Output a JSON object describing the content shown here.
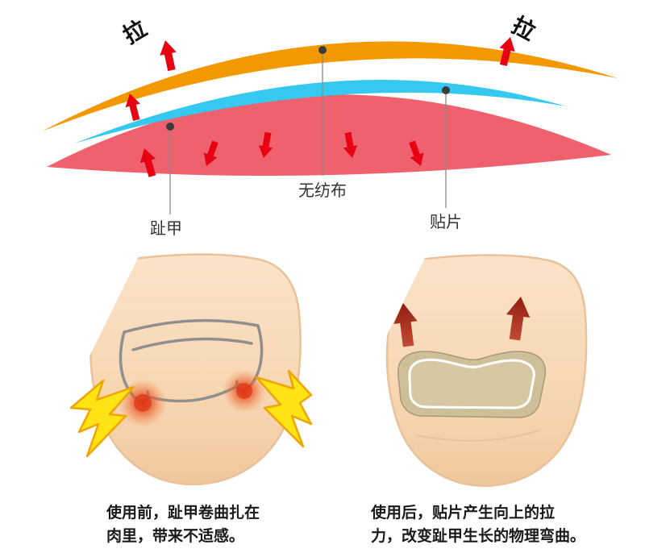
{
  "diagram": {
    "pull_left": "拉",
    "pull_right": "拉",
    "label_nonwoven": "无纺布",
    "label_toenail": "趾甲",
    "label_patch": "贴片",
    "colors": {
      "nonwoven_orange": "#F39800",
      "patch_cyan": "#35C9EF",
      "nail_pink": "#F0616E",
      "arrow_red": "#E60012",
      "lift_arrow_dark_red": "#9E2A1C",
      "pain_bolt_yellow": "#FFE315",
      "skin": "#F6D2AC",
      "patch_tan": "#CDBF98"
    }
  },
  "before_figure": {
    "caption_line1": "使用前，趾甲卷曲扎在",
    "caption_line2": "肉里，带来不适感。"
  },
  "after_figure": {
    "caption_line1": "使用后，贴片产生向上的拉",
    "caption_line2": "力，改变趾甲生长的物理弯曲。"
  }
}
